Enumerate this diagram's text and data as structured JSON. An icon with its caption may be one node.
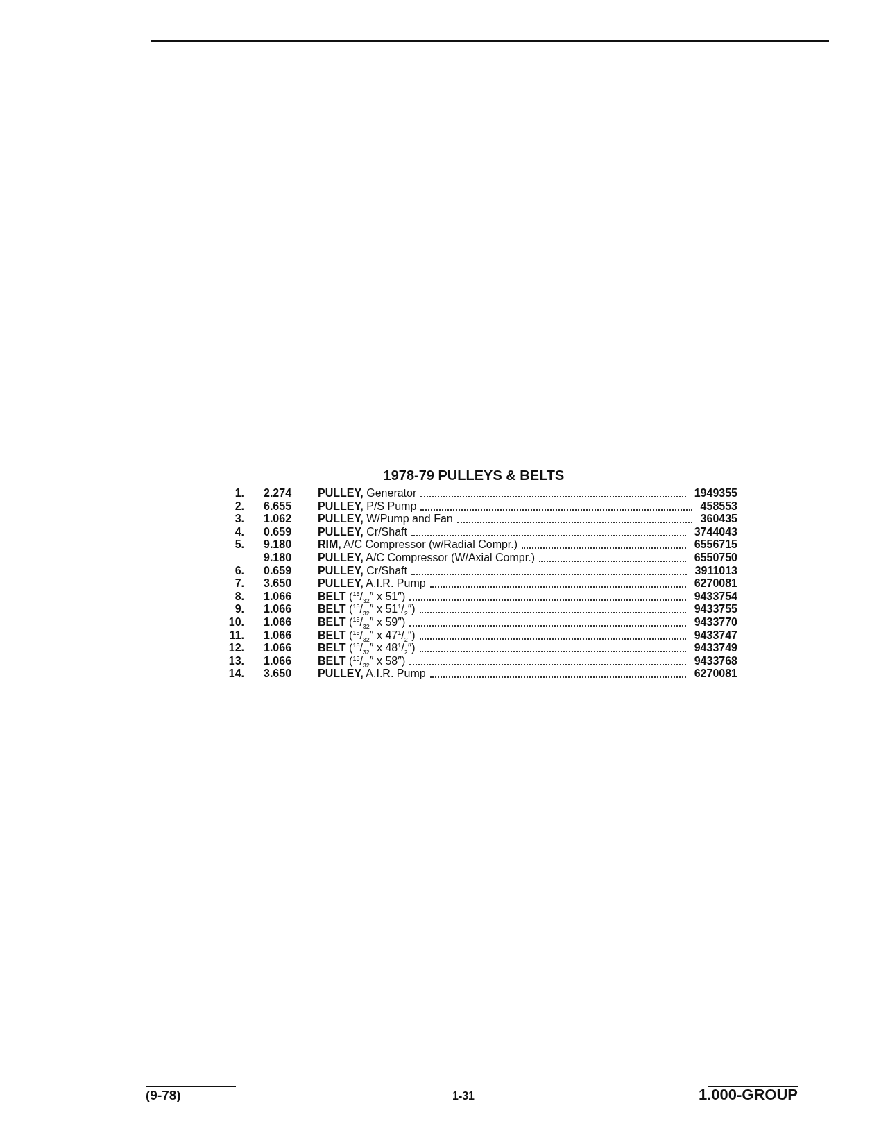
{
  "diagram": {
    "title": "1978-79 PULLEYS & BELTS",
    "labels": [
      "1.",
      "2.274",
      "**PULLEY,** Generator",
      "1949355",
      "2.",
      "6.655",
      "**PULLEY,** P/S Pump",
      "458553",
      "3.",
      "1.062",
      "**PULLEY,** W/Pump and Fan",
      "360435",
      "4.",
      "0.659",
      "**PULLEY,** Cr/Shaft",
      "3744043",
      "5.",
      "9.180",
      "**RIM,** A/C Compressor (w/Radial Compr.)",
      "6556715",
      "9.180",
      "**PULLEY,** A/C Compressor (W/Axial Compr.)",
      "6550750",
      "6.",
      "0.659",
      "**PULLEY,** Cr/Shaft",
      "3911013",
      "7.",
      "3.650",
      "**PULLEY,** A.I.R. Pump",
      "6270081",
      "8.",
      "1.066",
      "**BELT** ($^{15}$/$_{32}$″ x 51″)",
      "9433754",
      "9.",
      "1.066",
      "**BELT** ($^{15}$/$_{32}$″ x 51$^{1}$/$_{2}$″)",
      "9433755",
      "10.",
      "1.066",
      "**BELT** ($^{15}$/$_{32}$″ x 59″)",
      "9433770",
      "11.",
      "1.066",
      "**BELT** ($^{15}$/$_{32}$″ x 47$^{1}$/$_{2}$″)",
      "9433747",
      "12.",
      "1.066",
      "**BELT** ($^{15}$/$_{32}$″ x 48$^{1}$/$_{2}$″)",
      "9433749",
      "13.",
      "1.066",
      "**BELT** ($^{15}$/$_{32}$″ x 58″)",
      "9433768",
      "14.",
      "3.650",
      "**PULLEY,** A.I.R. Pump",
      "6270081",
      "(9-78)",
      "1-31",
      "1.000-GROUP"
    ]
  }
}
